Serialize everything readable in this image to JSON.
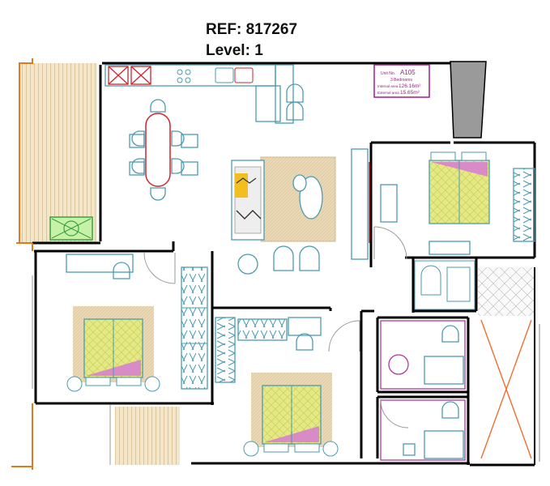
{
  "header": {
    "ref": "REF: 817267",
    "level": "Level: 1"
  },
  "unit_card": {
    "unit_no_prefix": "Unit No.",
    "unit_no": "A105",
    "bedrooms": "3 Bedrooms",
    "internal_label": "Internal area",
    "internal_value": "126.16m²",
    "external_label": "External area",
    "external_value": "15.65m²"
  },
  "colors": {
    "wall": "#000000",
    "furniture": "#4a9bb0",
    "bed_fill": "#e5ea86",
    "rug": "#e8d7b6",
    "terrace": "#f2e3c6",
    "exterior_line": "#e07a20",
    "accent_red": "#d0242b",
    "card_border": "#a01d86",
    "toilet_room": "#b3379c",
    "cushion_yellow": "#f3bf1f"
  }
}
